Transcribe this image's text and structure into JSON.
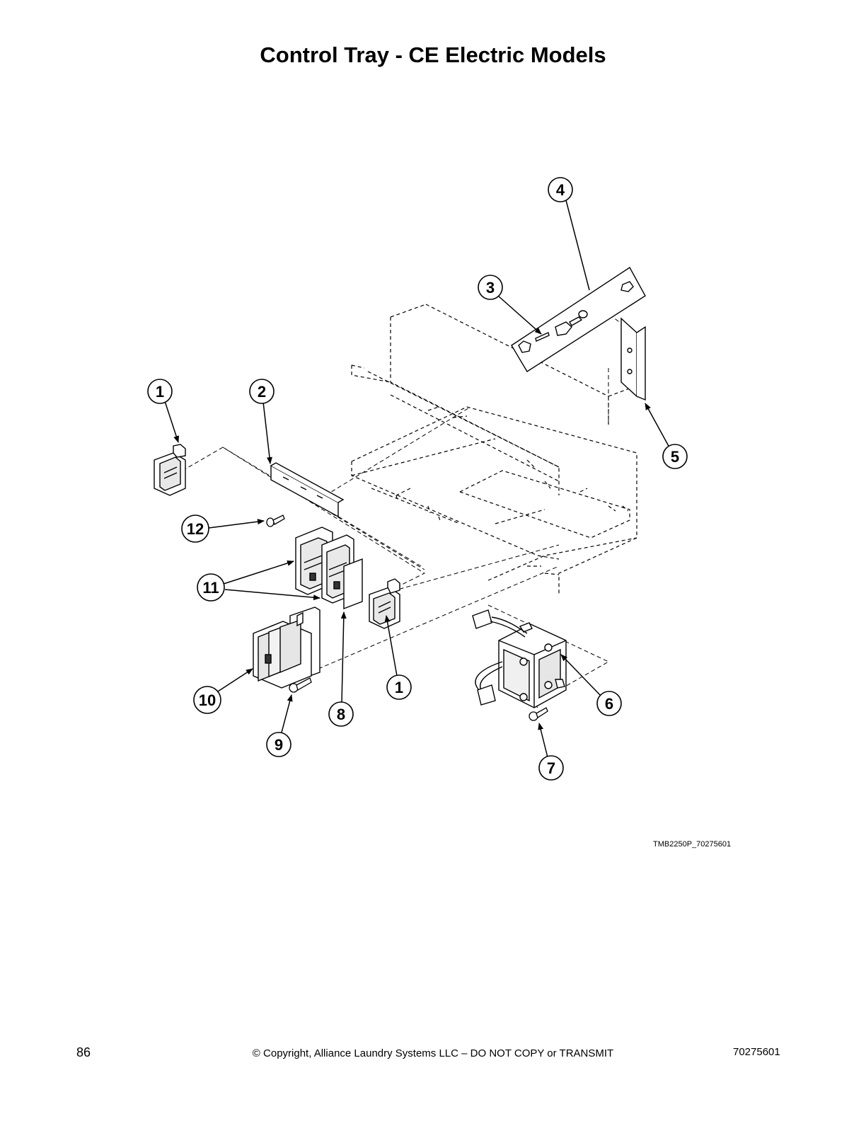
{
  "page_title": "Control Tray - CE Electric Models",
  "figure_code": "TMB2250P_70275601",
  "footer": {
    "page_number": "86",
    "copyright": "© Copyright, Alliance Laundry Systems LLC – DO NOT COPY or TRANSMIT",
    "document_number": "70275601"
  },
  "callouts": [
    {
      "id": "callout-1a",
      "label": "1"
    },
    {
      "id": "callout-2",
      "label": "2"
    },
    {
      "id": "callout-3",
      "label": "3"
    },
    {
      "id": "callout-4",
      "label": "4"
    },
    {
      "id": "callout-5",
      "label": "5"
    },
    {
      "id": "callout-6",
      "label": "6"
    },
    {
      "id": "callout-7",
      "label": "7"
    },
    {
      "id": "callout-8",
      "label": "8"
    },
    {
      "id": "callout-9",
      "label": "9"
    },
    {
      "id": "callout-10",
      "label": "10"
    },
    {
      "id": "callout-11",
      "label": "11"
    },
    {
      "id": "callout-12",
      "label": "12"
    },
    {
      "id": "callout-1b",
      "label": "1"
    }
  ]
}
